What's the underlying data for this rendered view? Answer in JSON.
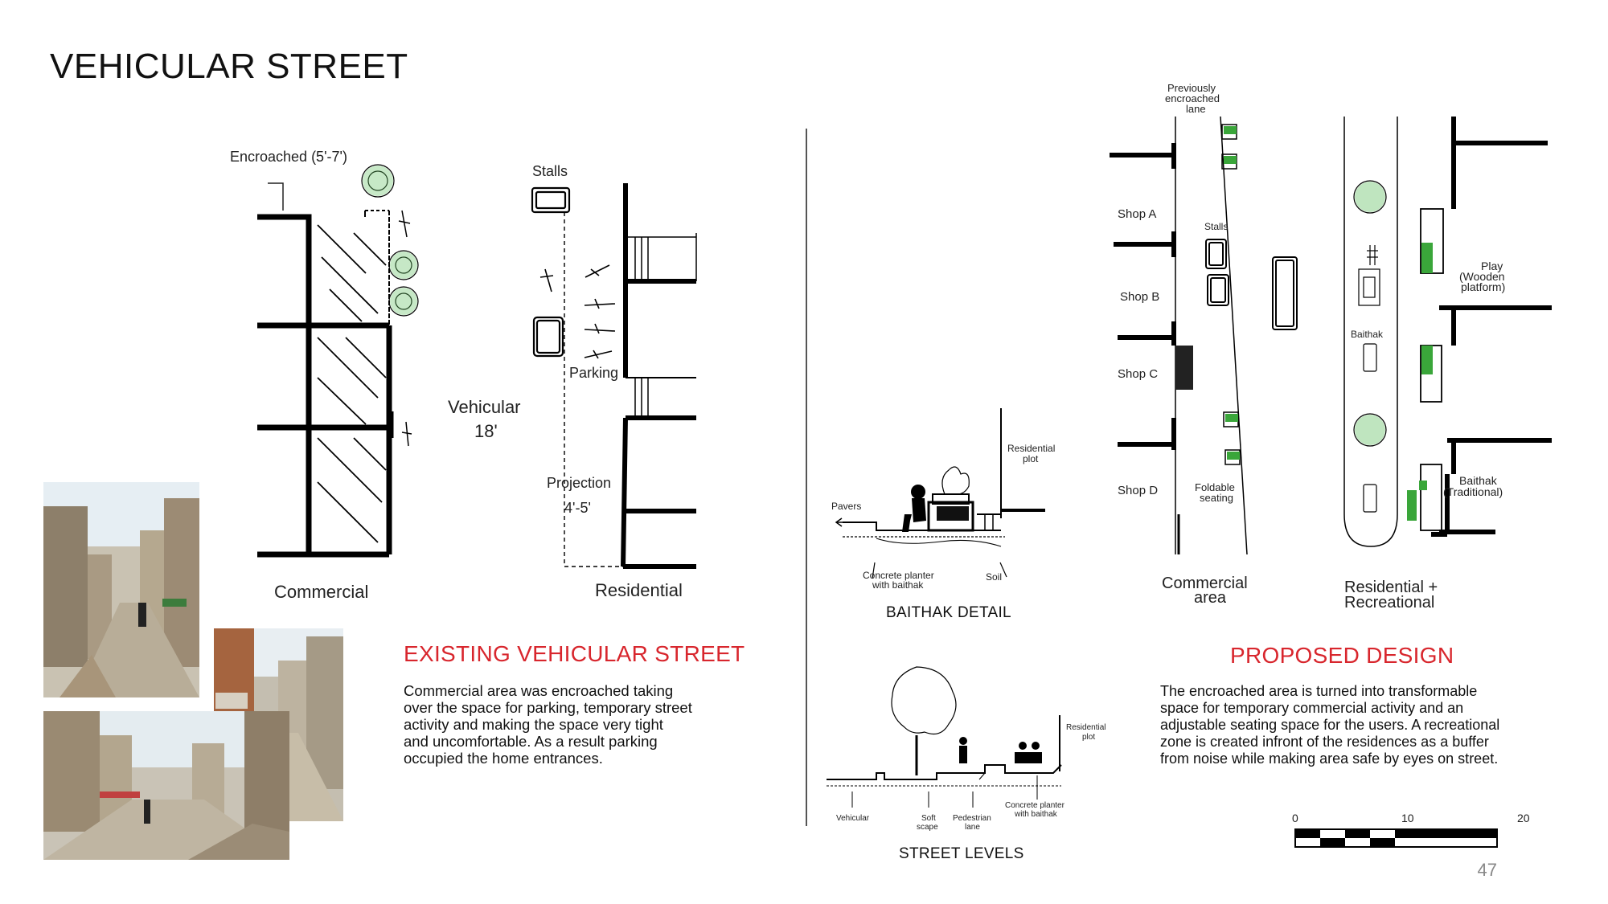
{
  "page": {
    "title": "VEHICULAR STREET",
    "page_number": "47"
  },
  "existing": {
    "heading": "EXISTING VEHICULAR STREET",
    "paragraph_lines": [
      "Commercial area was encroached taking",
      "over the space for parking, temporary street",
      "activity and making the space very tight",
      "and uncomfortable. As a result parking",
      "occupied the home entrances."
    ],
    "labels": {
      "encroached": "Encroached (5'-7')",
      "stalls": "Stalls",
      "parking": "Parking",
      "vehicular": "Vehicular",
      "vehicular_width": "18'",
      "projection": "Projection",
      "projection_width": "4'-5'",
      "commercial": "Commercial",
      "residential": "Residential"
    }
  },
  "baithak_detail": {
    "caption": "BAITHAK DETAIL",
    "labels": {
      "pavers": "Pavers",
      "residential_plot_1": "Residential",
      "residential_plot_2": "plot",
      "concrete_planter_1": "Concrete planter",
      "concrete_planter_2": "with baithak",
      "soil": "Soil"
    }
  },
  "street_levels": {
    "caption": "STREET LEVELS",
    "labels": {
      "vehicular": "Vehicular",
      "soft_scape_1": "Soft",
      "soft_scape_2": "scape",
      "pedestrian_lane_1": "Pedestrian",
      "pedestrian_lane_2": "lane",
      "concrete_planter_1": "Concrete planter",
      "concrete_planter_2": "with baithak",
      "residential_plot_1": "Residential",
      "residential_plot_2": "plot"
    }
  },
  "proposed": {
    "heading": "PROPOSED DESIGN",
    "paragraph_lines": [
      "The encroached area is turned into transformable",
      "space for temporary commercial activity and an",
      "adjustable seating space for the users. A recreational",
      "zone is created infront of the residences as a buffer",
      "from noise while making area safe by eyes on street."
    ],
    "labels": {
      "prev_1": "Previously",
      "prev_2": "encroached",
      "prev_3": "lane",
      "shop_a": "Shop A",
      "shop_b": "Shop B",
      "shop_c": "Shop C",
      "shop_d": "Shop D",
      "stalls": "Stalls",
      "foldable_1": "Foldable",
      "foldable_2": "seating",
      "baithak": "Baithak",
      "play_1": "Play",
      "play_2": "(Wooden",
      "play_3": "platform)",
      "baithak_trad_1": "Baithak",
      "baithak_trad_2": "(Traditional)",
      "commercial_1": "Commercial",
      "commercial_2": "area",
      "residential_1": "Residential +",
      "residential_2": "Recreational"
    },
    "scale": {
      "tick0": "0",
      "tick1": "10",
      "tick2": "20"
    }
  },
  "colors": {
    "accent_red": "#d8262d",
    "green": "#3aa63a",
    "ink": "#111111"
  }
}
